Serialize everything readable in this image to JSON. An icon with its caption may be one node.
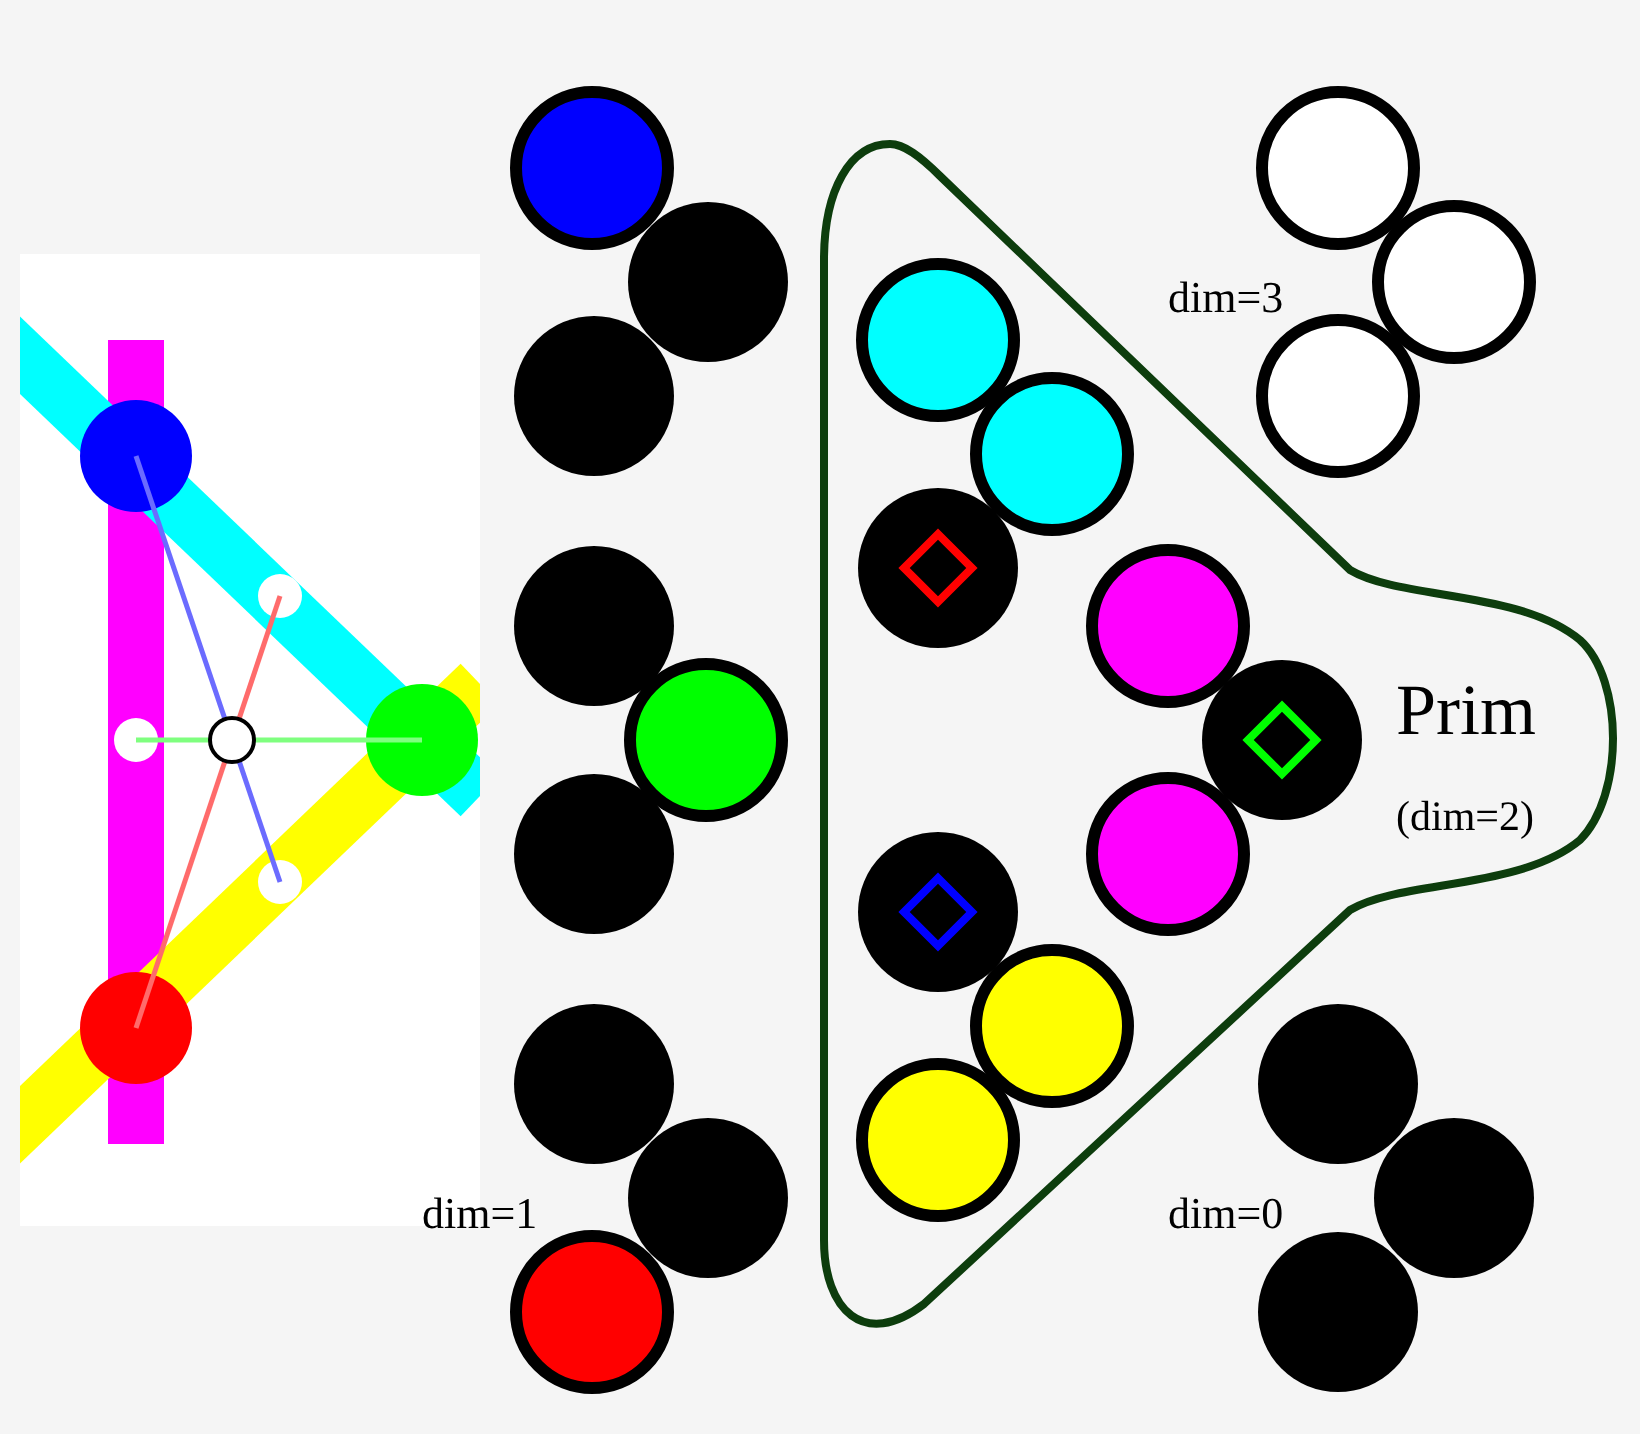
{
  "diagram": {
    "nodes": [
      {
        "text": [
          "Prim",
          "(dim=2)"
        ]
      }
    ],
    "labels": [
      "dim=3",
      "dim=1",
      "dim=0"
    ]
  }
}
